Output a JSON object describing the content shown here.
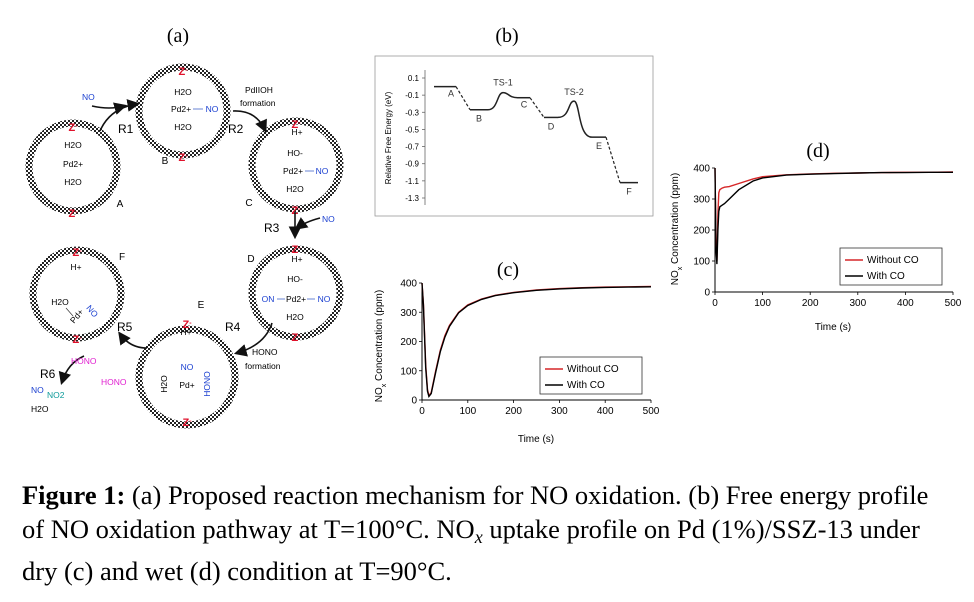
{
  "mechanism": {
    "panel_label": "(a)",
    "z_label": "Z",
    "z_sup": "-",
    "states": {
      "A": {
        "label": "A",
        "lines": [
          "H2O",
          "Pd2+",
          "H2O"
        ]
      },
      "B": {
        "label": "B",
        "lines": [
          "H2O",
          "Pd2+",
          "NO",
          "H2O"
        ]
      },
      "C": {
        "label": "C",
        "lines": [
          "H+",
          "HO-",
          "Pd2+",
          "NO",
          "H2O"
        ]
      },
      "D": {
        "label": "D",
        "lines": [
          "H+",
          "HO-",
          "ON",
          "Pd2+",
          "NO",
          "H2O"
        ]
      },
      "E": {
        "label": "E",
        "lines": [
          "H+",
          "NO",
          "H2O",
          "Pd+",
          "HONO"
        ]
      },
      "F": {
        "label": "F",
        "lines": [
          "H+",
          "H2O",
          "Pd+",
          "NO"
        ]
      }
    },
    "reactions": [
      "R1",
      "R2",
      "R3",
      "R4",
      "R5",
      "R6"
    ],
    "annotations": {
      "no": "NO",
      "pdoh_formation": [
        "PdIIOH",
        "formation"
      ],
      "hono_formation": [
        "HONO",
        "formation"
      ],
      "hono": "HONO",
      "products": [
        "NO",
        "NO2",
        "H2O"
      ]
    }
  },
  "chart_data": [
    {
      "panel": "(b)",
      "type": "line",
      "title": "",
      "xlabel": "",
      "ylabel": "Relative Free Energy (eV)",
      "ylim": [
        -1.3,
        0.1
      ],
      "yticks": [
        "0.1",
        "-0.1",
        "-0.3",
        "-0.5",
        "-0.7",
        "-0.9",
        "-1.1",
        "-1.3"
      ],
      "states": [
        "A",
        "B",
        "TS-1",
        "C",
        "D",
        "TS-2",
        "E",
        "F"
      ],
      "values": [
        0.0,
        -0.27,
        -0.07,
        -0.13,
        -0.36,
        -0.17,
        -0.59,
        -1.12
      ],
      "grid": false
    },
    {
      "panel": "(c)",
      "type": "line",
      "title": "",
      "xlabel": "Time (s)",
      "ylabel": "NOx Concentration (ppm)",
      "xlim": [
        0,
        500
      ],
      "ylim": [
        0,
        400
      ],
      "xticks": [
        "0",
        "100",
        "200",
        "300",
        "400",
        "500"
      ],
      "yticks": [
        "0",
        "100",
        "200",
        "300",
        "400"
      ],
      "legend_position": "bottom-right",
      "series": [
        {
          "name": "Without CO",
          "color": "#d62728",
          "x": [
            0,
            3,
            8,
            12,
            15,
            20,
            30,
            40,
            50,
            60,
            80,
            100,
            130,
            160,
            200,
            250,
            300,
            350,
            400,
            450,
            500
          ],
          "y": [
            400,
            330,
            120,
            35,
            15,
            25,
            100,
            170,
            220,
            255,
            300,
            325,
            345,
            358,
            368,
            376,
            381,
            384,
            386,
            387,
            388
          ]
        },
        {
          "name": "With CO",
          "color": "#000000",
          "x": [
            0,
            3,
            8,
            12,
            15,
            20,
            30,
            40,
            50,
            60,
            80,
            100,
            130,
            160,
            200,
            250,
            300,
            350,
            400,
            450,
            500
          ],
          "y": [
            400,
            325,
            110,
            30,
            12,
            22,
            95,
            165,
            215,
            252,
            298,
            323,
            344,
            357,
            367,
            375,
            380,
            383,
            385,
            386,
            387
          ]
        }
      ],
      "grid": false
    },
    {
      "panel": "(d)",
      "type": "line",
      "title": "",
      "xlabel": "Time (s)",
      "ylabel": "NOx Concentration (ppm)",
      "xlim": [
        0,
        500
      ],
      "ylim": [
        0,
        400
      ],
      "xticks": [
        "0",
        "100",
        "200",
        "300",
        "400",
        "500"
      ],
      "yticks": [
        "0",
        "100",
        "200",
        "300",
        "400"
      ],
      "legend_position": "bottom-right",
      "series": [
        {
          "name": "Without CO",
          "color": "#d62728",
          "x": [
            0,
            2,
            4,
            6,
            8,
            10,
            15,
            20,
            30,
            50,
            80,
            100,
            150,
            200,
            250,
            300,
            350,
            400,
            450,
            500
          ],
          "y": [
            400,
            150,
            100,
            250,
            320,
            330,
            335,
            338,
            340,
            350,
            365,
            372,
            378,
            381,
            383,
            384,
            385,
            386,
            386,
            387
          ]
        },
        {
          "name": "With CO",
          "color": "#000000",
          "x": [
            0,
            2,
            4,
            6,
            8,
            10,
            15,
            20,
            30,
            50,
            80,
            100,
            150,
            200,
            250,
            300,
            350,
            400,
            450,
            500
          ],
          "y": [
            400,
            140,
            90,
            200,
            260,
            275,
            280,
            285,
            300,
            330,
            358,
            368,
            377,
            380,
            382,
            384,
            385,
            385,
            386,
            386
          ]
        }
      ],
      "grid": false
    }
  ],
  "caption": {
    "label": "Figure 1:",
    "t1": " (a) Proposed reaction mechanism for NO oxidation. (b) Free energy profile of NO oxidation pathway at T=100°C. NO",
    "t2": "x",
    "t3": " uptake profile on Pd (1%)/SSZ-13 under dry (c) and wet (d) condition at T=90°C."
  }
}
